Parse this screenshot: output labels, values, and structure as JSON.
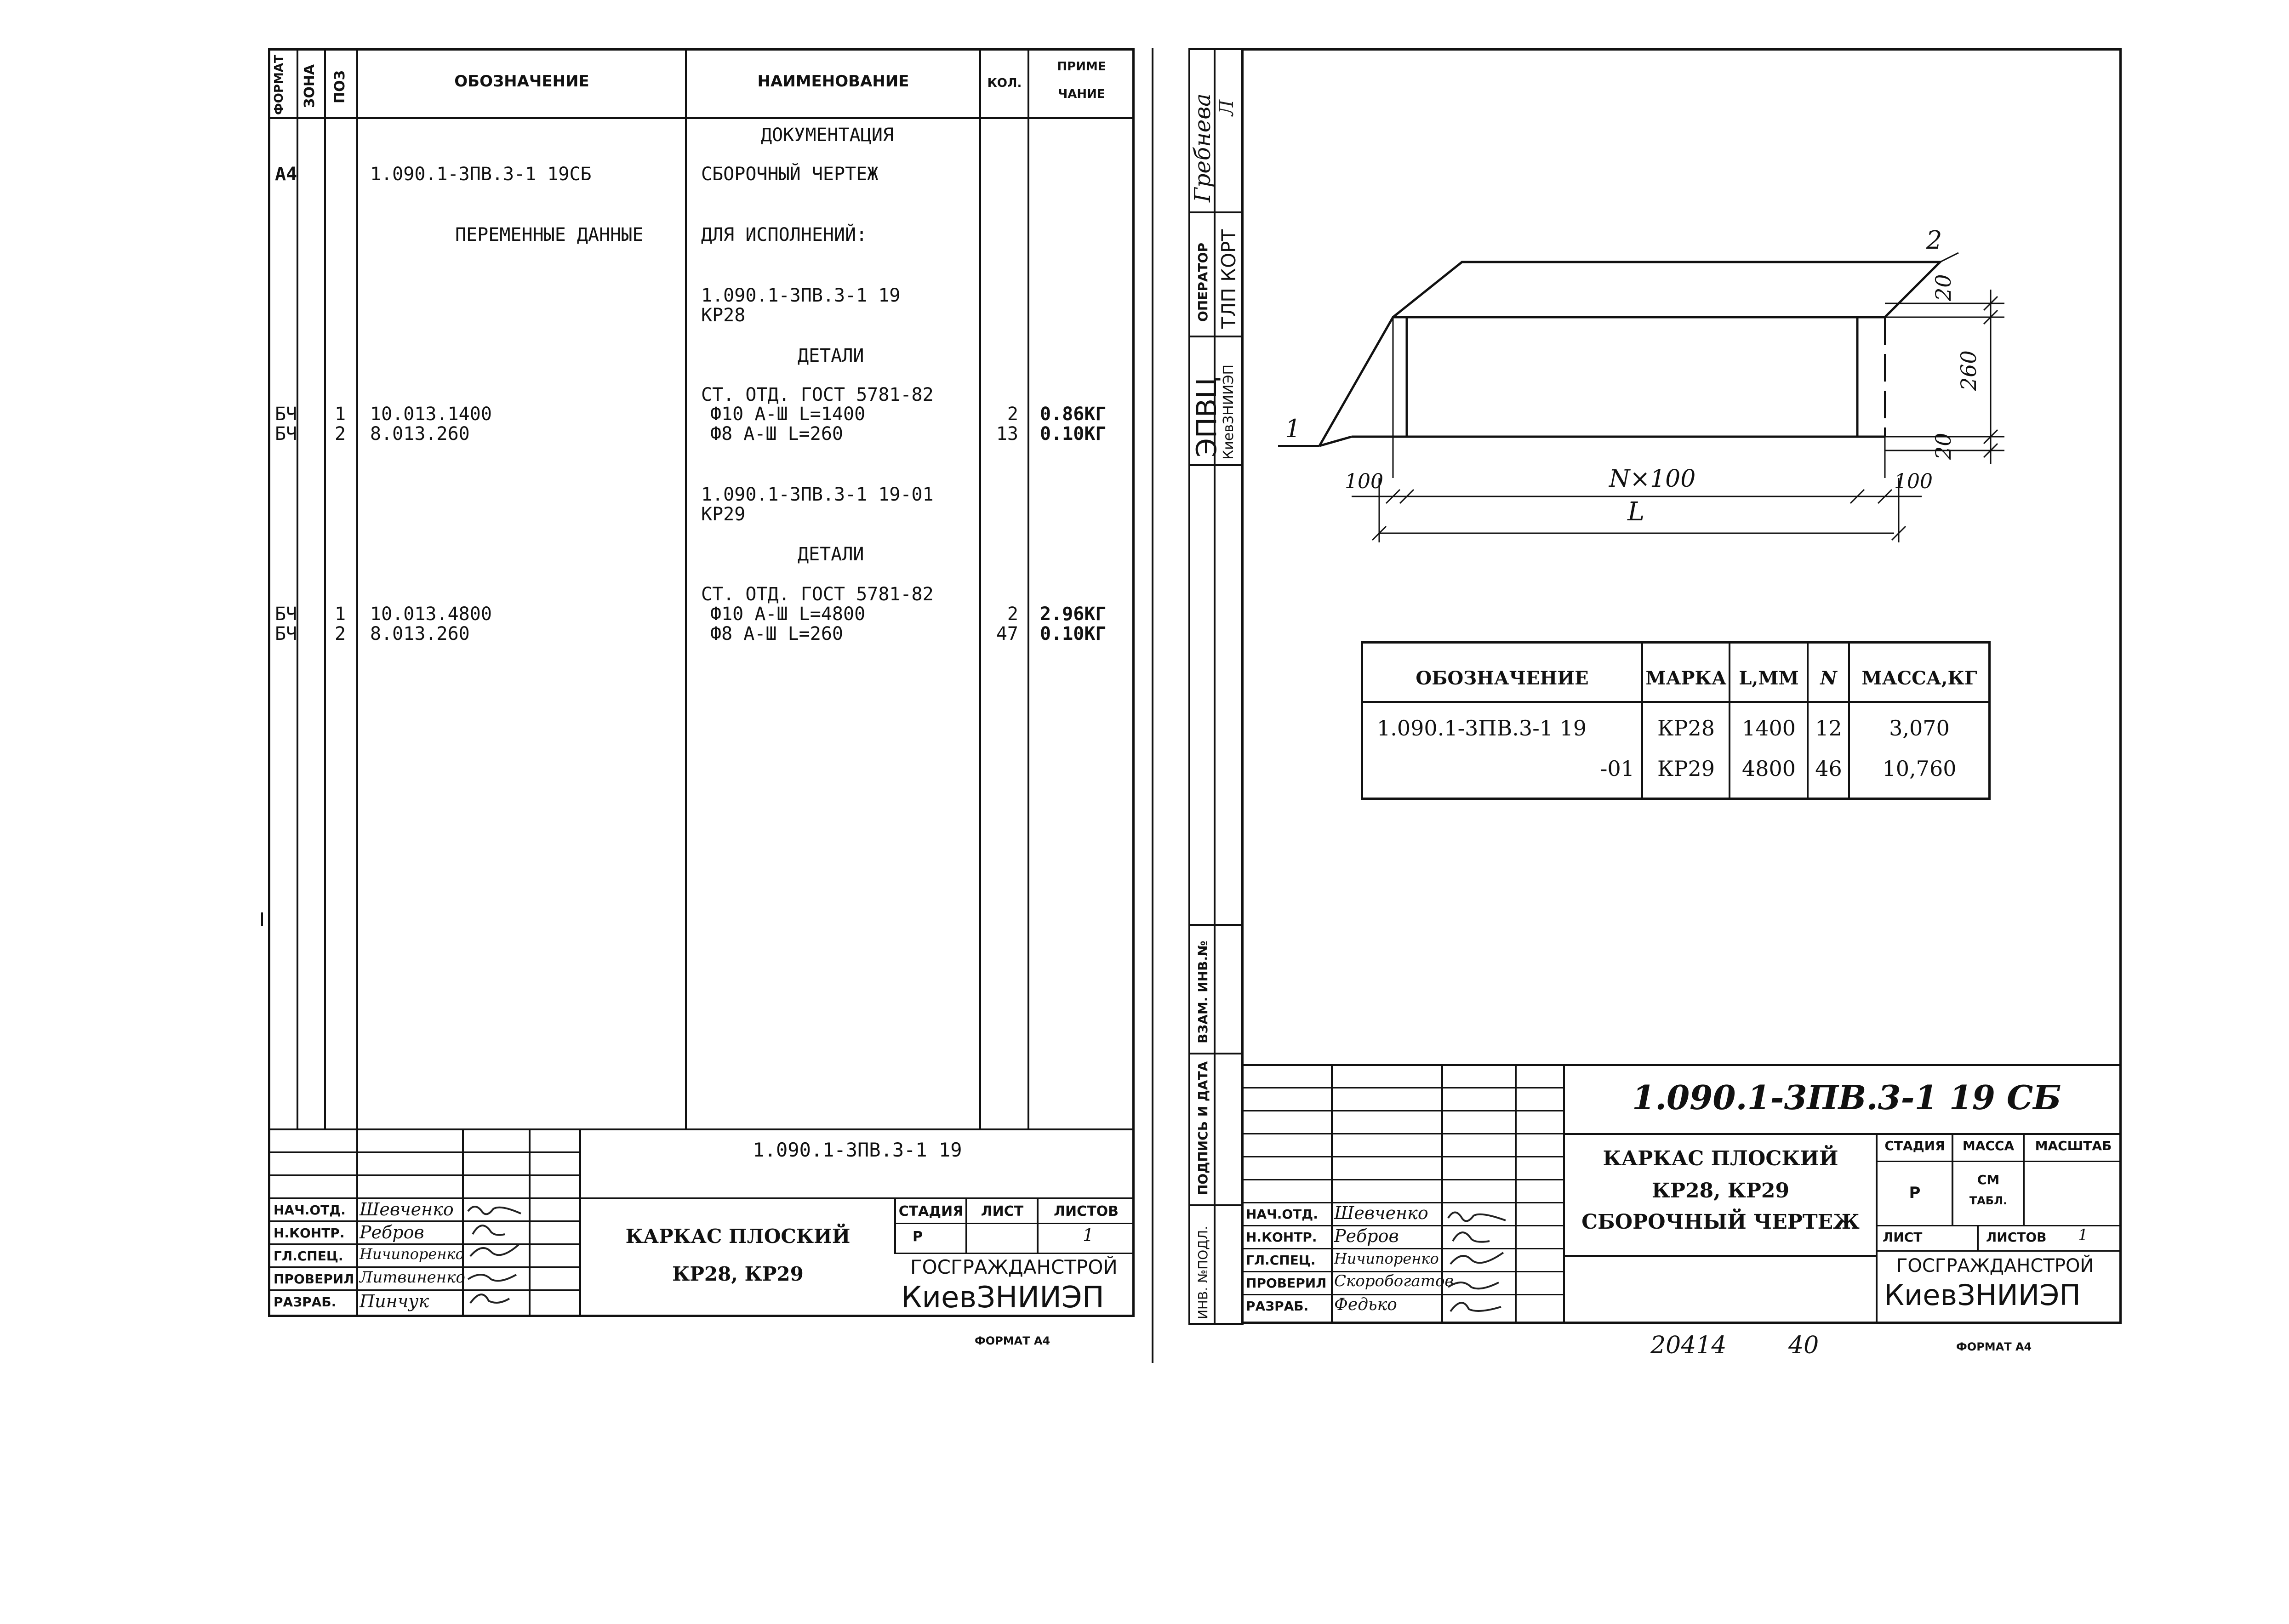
{
  "left_sheet": {
    "headers": {
      "format": "ФОРМАТ",
      "zone": "ЗОНА",
      "pos": "ПОЗ",
      "designation": "ОБОЗНАЧЕНИЕ",
      "name": "НАИМЕНОВАНИЕ",
      "qty": "КОЛ.",
      "note_1": "ПРИМЕ",
      "note_2": "ЧАНИЕ"
    },
    "rows": {
      "documentation": "ДОКУМЕНТАЦИЯ",
      "a4_format": "А4",
      "a4_designation": "1.090.1-3ПВ.3-1 19СБ",
      "a4_name": "СБОРОЧНЫЙ ЧЕРТЕЖ",
      "variable_data": "ПЕРЕМЕННЫЕ ДАННЫЕ",
      "for_versions": "ДЛЯ ИСПОЛНЕНИЙ:",
      "v1_code": "1.090.1-3ПВ.3-1 19",
      "v1_mark": "КР28",
      "details_1": "ДЕТАЛИ",
      "steel_1": "СТ. ОТД. ГОСТ 5781-82",
      "r1_format": "БЧ",
      "r1_pos": "1",
      "r1_designation": "10.013.1400",
      "r1_name": "Ф10 А-Ш L=1400",
      "r1_qty": "2",
      "r1_note": "0.86КГ",
      "r2_format": "БЧ",
      "r2_pos": "2",
      "r2_designation": "8.013.260",
      "r2_name": "Ф8 А-Ш L=260",
      "r2_qty": "13",
      "r2_note": "0.10КГ",
      "v2_code": "1.090.1-3ПВ.3-1 19-01",
      "v2_mark": "КР29",
      "details_2": "ДЕТАЛИ",
      "steel_2": "СТ. ОТД. ГОСТ 5781-82",
      "r3_format": "БЧ",
      "r3_pos": "1",
      "r3_designation": "10.013.4800",
      "r3_name": "Ф10 А-Ш L=4800",
      "r3_qty": "2",
      "r3_note": "2.96КГ",
      "r4_format": "БЧ",
      "r4_pos": "2",
      "r4_designation": "8.013.260",
      "r4_name": "Ф8 А-Ш L=260",
      "r4_qty": "47",
      "r4_note": "0.10КГ"
    },
    "title_block": {
      "code": "1.090.1-3ПВ.3-1 19",
      "title_1": "КАРКАС ПЛОСКИЙ",
      "title_2": "КР28, КР29",
      "stage_label": "СТАДИЯ",
      "sheet_label": "ЛИСТ",
      "sheets_label": "ЛИСТОВ",
      "stage_value": "Р",
      "sheets_value": "1",
      "org_1": "ГОСГРАЖДАНСТРОЙ",
      "org_2": "КиевЗНИИЭП",
      "roles": [
        "НАЧ.ОТД.",
        "Н.КОНТР.",
        "ГЛ.СПЕЦ.",
        "ПРОВЕРИЛ",
        "РАЗРАБ."
      ],
      "names": [
        "Шевченко",
        "Ребров",
        "Ничипоренко",
        "Литвиненко",
        "Пинчук"
      ]
    },
    "format_label": "ФОРМАТ А4"
  },
  "right_sheet": {
    "side_stamp": {
      "name": "Гребнева",
      "operator": "ОПЕРАТОР",
      "tlp": "ТЛП КОРТ",
      "epvc": "ЭПВЦ",
      "kiev": "КиевЗНИИЭП",
      "vzam": "ВЗАМ. ИНВ.№",
      "sign_date": "ПОДПИСЬ И ДАТА",
      "inv": "ИНВ. №ПОДЛ."
    },
    "drawing": {
      "pos_1": "1",
      "pos_2": "2",
      "dim_top": "20",
      "dim_mid": "260",
      "dim_bottom": "20",
      "dim_left": "100",
      "dim_span": "N×100",
      "dim_right": "100",
      "dim_total": "L"
    },
    "spec_table": {
      "headers": [
        "ОБОЗНАЧЕНИЕ",
        "МАРКА",
        "L,ММ",
        "N",
        "МАССА,КГ"
      ],
      "rows": [
        [
          "1.090.1-3ПВ.3-1 19",
          "КР28",
          "1400",
          "12",
          "3,070"
        ],
        [
          "-01",
          "КР29",
          "4800",
          "46",
          "10,760"
        ]
      ]
    },
    "title_block": {
      "code": "1.090.1-3ПВ.3-1 19 СБ",
      "title_1": "КАРКАС ПЛОСКИЙ",
      "title_2": "КР28, КР29",
      "title_3": "СБОРОЧНЫЙ ЧЕРТЕЖ",
      "stage_label": "СТАДИЯ",
      "mass_label": "МАССА",
      "scale_label": "МАСШТАБ",
      "stage_value": "Р",
      "mass_value_1": "СМ",
      "mass_value_2": "ТАБЛ.",
      "sheet_label": "ЛИСТ",
      "sheets_label": "ЛИСТОВ",
      "sheets_value": "1",
      "org_1": "ГОСГРАЖДАНСТРОЙ",
      "org_2": "КиевЗНИИЭП",
      "roles": [
        "НАЧ.ОТД.",
        "Н.КОНТР.",
        "ГЛ.СПЕЦ.",
        "ПРОВЕРИЛ",
        "РАЗРАБ."
      ],
      "names": [
        "Шевченко",
        "Ребров",
        "Ничипоренко",
        "Скоробогатов",
        "Федько"
      ]
    },
    "bottom_numbers": [
      "20414",
      "40"
    ],
    "format_label": "ФОРМАТ А4"
  }
}
